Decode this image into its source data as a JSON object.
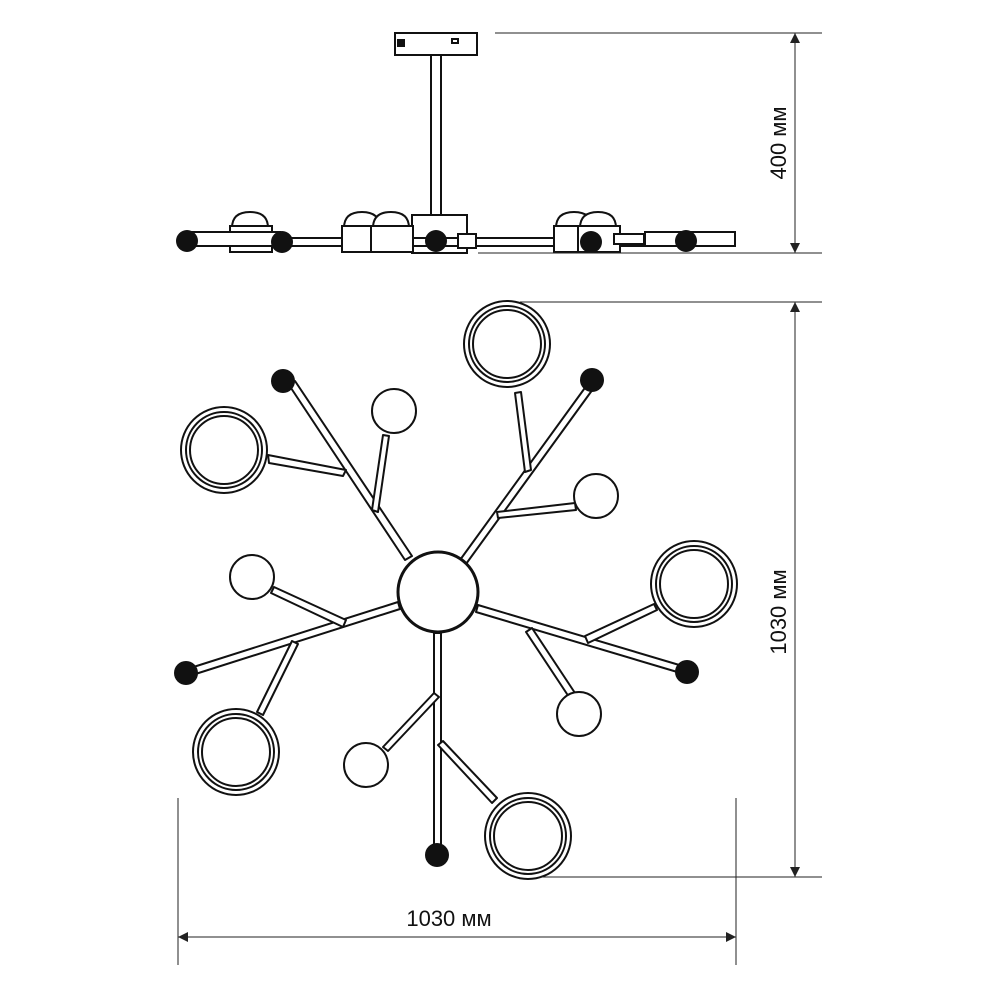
{
  "dimensions": {
    "height_label": "400 мм",
    "depth_label": "1030 мм",
    "width_label": "1030 мм"
  },
  "colors": {
    "line": "#111111",
    "fill": "#ffffff",
    "accent": "#111111"
  }
}
